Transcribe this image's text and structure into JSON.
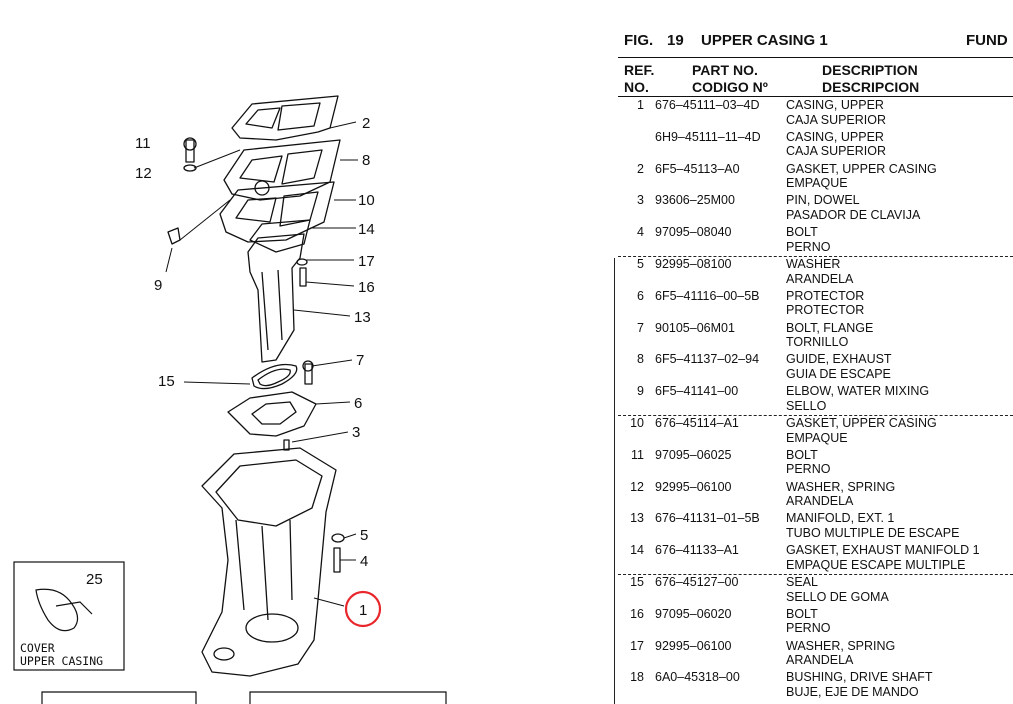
{
  "figure": {
    "label": "FIG.",
    "number": "19",
    "title": "UPPER CASING 1",
    "right_text": "FUND"
  },
  "columns": {
    "ref_line1": "REF.",
    "ref_line2": "NO.",
    "part_line1": "PART NO.",
    "part_line2": "CODIGO Nº",
    "desc_line1": "DESCRIPTION",
    "desc_line2": "DESCRIPCION"
  },
  "parts": [
    {
      "ref": "1",
      "part_no": "676–45111–03–4D",
      "desc_en": "CASING, UPPER",
      "desc_es": "CAJA SUPERIOR"
    },
    {
      "ref": "",
      "part_no": "6H9–45111–11–4D",
      "desc_en": "CASING, UPPER",
      "desc_es": "CAJA SUPERIOR"
    },
    {
      "ref": "2",
      "part_no": "6F5–45113–A0",
      "desc_en": "GASKET, UPPER CASING",
      "desc_es": "EMPAQUE"
    },
    {
      "ref": "3",
      "part_no": "93606–25M00",
      "desc_en": "PIN, DOWEL",
      "desc_es": "PASADOR DE CLAVIJA"
    },
    {
      "ref": "4",
      "part_no": "97095–08040",
      "desc_en": "BOLT",
      "desc_es": "PERNO"
    },
    {
      "ref": "5",
      "part_no": "92995–08100",
      "desc_en": "WASHER",
      "desc_es": "ARANDELA"
    },
    {
      "ref": "6",
      "part_no": "6F5–41116–00–5B",
      "desc_en": "PROTECTOR",
      "desc_es": "PROTECTOR"
    },
    {
      "ref": "7",
      "part_no": "90105–06M01",
      "desc_en": "BOLT, FLANGE",
      "desc_es": "TORNILLO"
    },
    {
      "ref": "8",
      "part_no": "6F5–41137–02–94",
      "desc_en": "GUIDE, EXHAUST",
      "desc_es": "GUIA DE ESCAPE"
    },
    {
      "ref": "9",
      "part_no": "6F5–41141–00",
      "desc_en": "ELBOW, WATER MIXING",
      "desc_es": "SELLO"
    },
    {
      "ref": "10",
      "part_no": "676–45114–A1",
      "desc_en": "GASKET, UPPER CASING",
      "desc_es": "EMPAQUE"
    },
    {
      "ref": "11",
      "part_no": "97095–06025",
      "desc_en": "BOLT",
      "desc_es": "PERNO"
    },
    {
      "ref": "12",
      "part_no": "92995–06100",
      "desc_en": "WASHER, SPRING",
      "desc_es": "ARANDELA"
    },
    {
      "ref": "13",
      "part_no": "676–41131–01–5B",
      "desc_en": "MANIFOLD, EXT. 1",
      "desc_es": "TUBO MULTIPLE DE ESCAPE"
    },
    {
      "ref": "14",
      "part_no": "676–41133–A1",
      "desc_en": "GASKET, EXHAUST MANIFOLD 1",
      "desc_es": "EMPAQUE ESCAPE MULTIPLE"
    },
    {
      "ref": "15",
      "part_no": "676–45127–00",
      "desc_en": "SEAL",
      "desc_es": "SELLO DE GOMA"
    },
    {
      "ref": "16",
      "part_no": "97095–06020",
      "desc_en": "BOLT",
      "desc_es": "PERNO"
    },
    {
      "ref": "17",
      "part_no": "92995–06100",
      "desc_en": "WASHER, SPRING",
      "desc_es": "ARANDELA"
    },
    {
      "ref": "18",
      "part_no": "6A0–45318–00",
      "desc_en": "BUSHING, DRIVE SHAFT",
      "desc_es": "BUJE, EJE DE MANDO"
    }
  ],
  "diagram": {
    "callouts": [
      "11",
      "12",
      "9",
      "2",
      "8",
      "10",
      "14",
      "17",
      "16",
      "13",
      "15",
      "7",
      "6",
      "3",
      "5",
      "4",
      "1"
    ],
    "inset": {
      "callout": "25",
      "caption_line1": "COVER",
      "caption_line2": "UPPER CASING"
    },
    "highlight_color": "#e8262b",
    "arrow_color": "#e8262b"
  }
}
